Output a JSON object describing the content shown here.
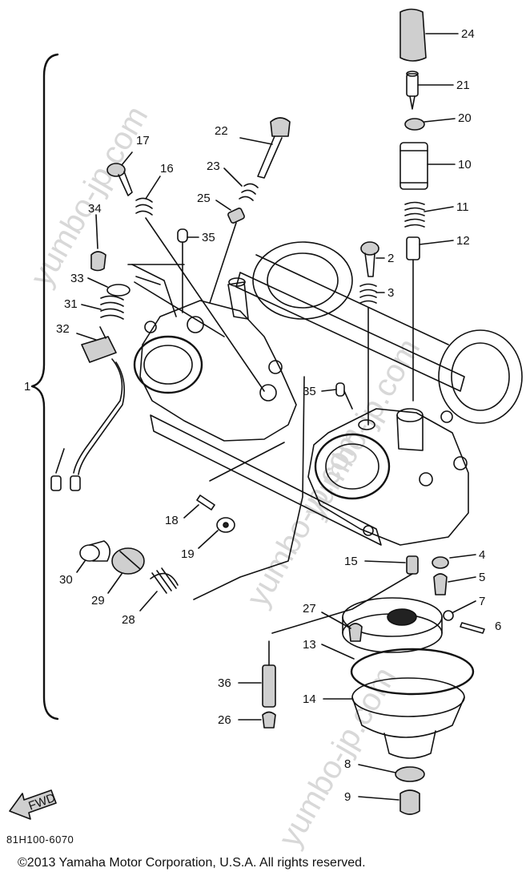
{
  "diagram_code": "81H100-6070",
  "copyright": "©2013 Yamaha Motor Corporation, U.S.A. All rights reserved.",
  "watermark": "yumbo-jp.com",
  "fwd_label": "FWD",
  "callouts": {
    "c1": "1",
    "c2": "2",
    "c3": "3",
    "c4": "4",
    "c5": "5",
    "c6": "6",
    "c7": "7",
    "c8": "8",
    "c9": "9",
    "c10": "10",
    "c11": "11",
    "c12": "12",
    "c13": "13",
    "c14": "14",
    "c15": "15",
    "c16": "16",
    "c17": "17",
    "c18": "18",
    "c19": "19",
    "c20": "20",
    "c21": "21",
    "c22": "22",
    "c23": "23",
    "c24": "24",
    "c25": "25",
    "c26": "26",
    "c27": "27",
    "c28": "28",
    "c29": "29",
    "c30": "30",
    "c31": "31",
    "c32": "32",
    "c33": "33",
    "c34": "34",
    "c35a": "35",
    "c35b": "35",
    "c36": "36"
  }
}
